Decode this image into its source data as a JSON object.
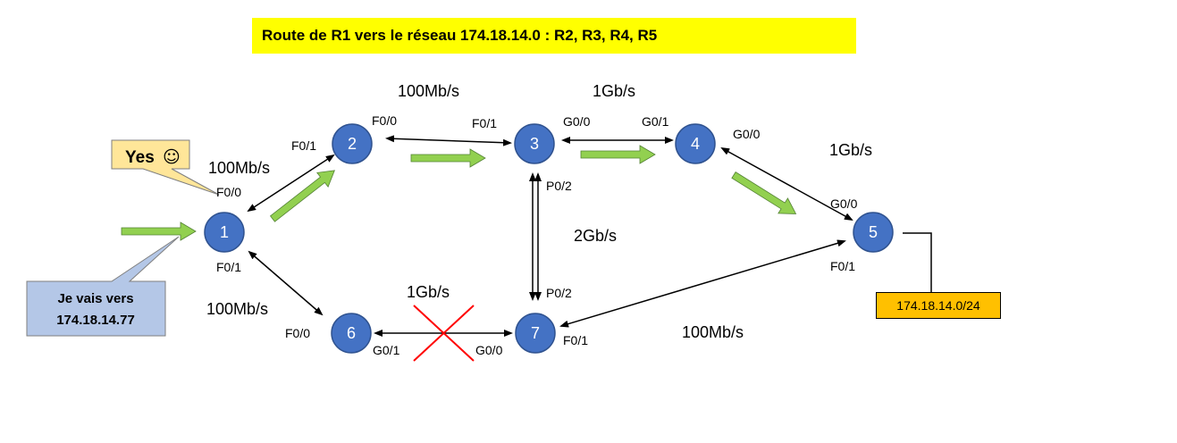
{
  "title": "Route de R1 vers le réseau 174.18.14.0 : R2, R3, R4, R5",
  "network_box": "174.18.14.0/24",
  "callouts": {
    "yes": {
      "text": "Yes",
      "emoji": "☺"
    },
    "destination": {
      "line1": "Je vais vers",
      "line2": "174.18.14.77"
    }
  },
  "nodes": [
    {
      "id": "1",
      "label": "1"
    },
    {
      "id": "2",
      "label": "2"
    },
    {
      "id": "3",
      "label": "3"
    },
    {
      "id": "4",
      "label": "4"
    },
    {
      "id": "5",
      "label": "5"
    },
    {
      "id": "6",
      "label": "6"
    },
    {
      "id": "7",
      "label": "7"
    }
  ],
  "links": [
    {
      "from": "1",
      "to": "2",
      "speed": "100Mb/s",
      "iface_from": "F0/0",
      "iface_to": "F0/1"
    },
    {
      "from": "2",
      "to": "3",
      "speed": "100Mb/s",
      "iface_from": "F0/0",
      "iface_to": "F0/1"
    },
    {
      "from": "3",
      "to": "4",
      "speed": "1Gb/s",
      "iface_from": "G0/0",
      "iface_to": "G0/1"
    },
    {
      "from": "4",
      "to": "5",
      "speed": "1Gb/s",
      "iface_from": "G0/0",
      "iface_to": "G0/0"
    },
    {
      "from": "3",
      "to": "7",
      "speed": "2Gb/s",
      "iface_from": "P0/2",
      "iface_to": "P0/2"
    },
    {
      "from": "1",
      "to": "6",
      "speed": "100Mb/s",
      "iface_from": "F0/1",
      "iface_to": "F0/0"
    },
    {
      "from": "6",
      "to": "7",
      "speed": "1Gb/s",
      "iface_from": "G0/1",
      "iface_to": "G0/0",
      "status": "down"
    },
    {
      "from": "7",
      "to": "5",
      "speed": "100Mb/s",
      "iface_from": "F0/1",
      "iface_to": "F0/1"
    }
  ],
  "colors": {
    "node": "#4472c4",
    "route_arrow": "#92d050",
    "title_bg": "#ffff00",
    "network_bg": "#ffc000",
    "yes_callout": "#ffe699",
    "dest_callout": "#b4c7e7",
    "broken_link": "#ff0000"
  }
}
